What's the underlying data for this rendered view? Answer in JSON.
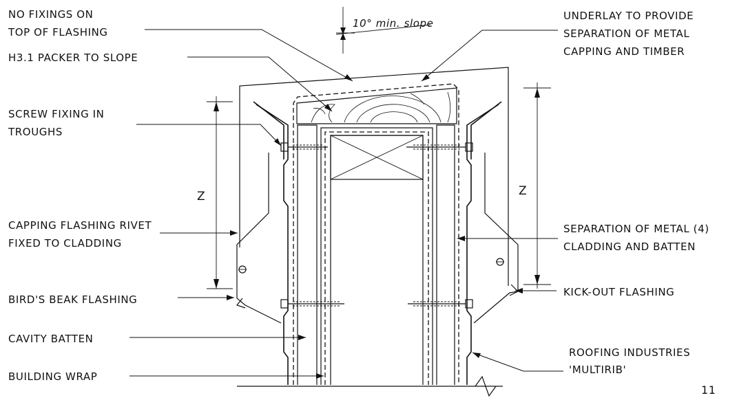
{
  "labels": {
    "no_fixings": [
      "NO FIXINGS ON",
      "TOP OF FLASHING"
    ],
    "packer": "H3.1 PACKER TO SLOPE",
    "screw": [
      "SCREW FIXING IN",
      "TROUGHS"
    ],
    "capping": [
      "CAPPING FLASHING RIVET",
      "FIXED TO CLADDING"
    ],
    "birds_beak": "BIRD'S BEAK FLASHING",
    "cavity_batten": "CAVITY BATTEN",
    "building_wrap": "BUILDING WRAP",
    "slope": "10° min. slope",
    "underlay": [
      "UNDERLAY TO PROVIDE",
      "SEPARATION OF METAL",
      "CAPPING AND TIMBER"
    ],
    "separation": [
      "SEPARATION OF METAL (4)",
      "CLADDING AND BATTEN"
    ],
    "kickout": "KICK-OUT FLASHING",
    "roofing": [
      "ROOFING INDUSTRIES",
      "'MULTIRIB'"
    ],
    "z_left": "Z",
    "z_right": "Z",
    "figure_number": "11"
  }
}
